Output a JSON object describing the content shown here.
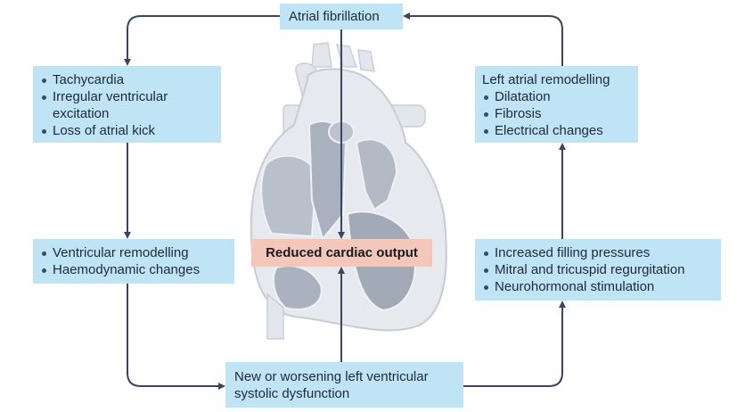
{
  "diagram": {
    "top": {
      "label": "Atrial fibrillation"
    },
    "left_top": {
      "items": [
        "Tachycardia",
        "Irregular ventricular excitation",
        "Loss of atrial kick"
      ]
    },
    "right_top": {
      "heading": "Left atrial remodelling",
      "items": [
        "Dilatation",
        "Fibrosis",
        "Electrical changes"
      ]
    },
    "left_mid": {
      "items": [
        "Ventricular remodelling",
        "Haemodynamic changes"
      ]
    },
    "right_mid": {
      "items": [
        "Increased filling pressures",
        "Mitral and tricuspid regurgitation",
        "Neurohormonal stimulation"
      ]
    },
    "bottom": {
      "label": "New or worsening left ventricular systolic dysfunction"
    },
    "center": {
      "label": "Reduced cardiac output"
    },
    "colors": {
      "box_fill": "#bfe4f6",
      "center_fill": "#f4c7bd",
      "arrow": "#3a4660",
      "heart": "#d4d9e1"
    }
  }
}
